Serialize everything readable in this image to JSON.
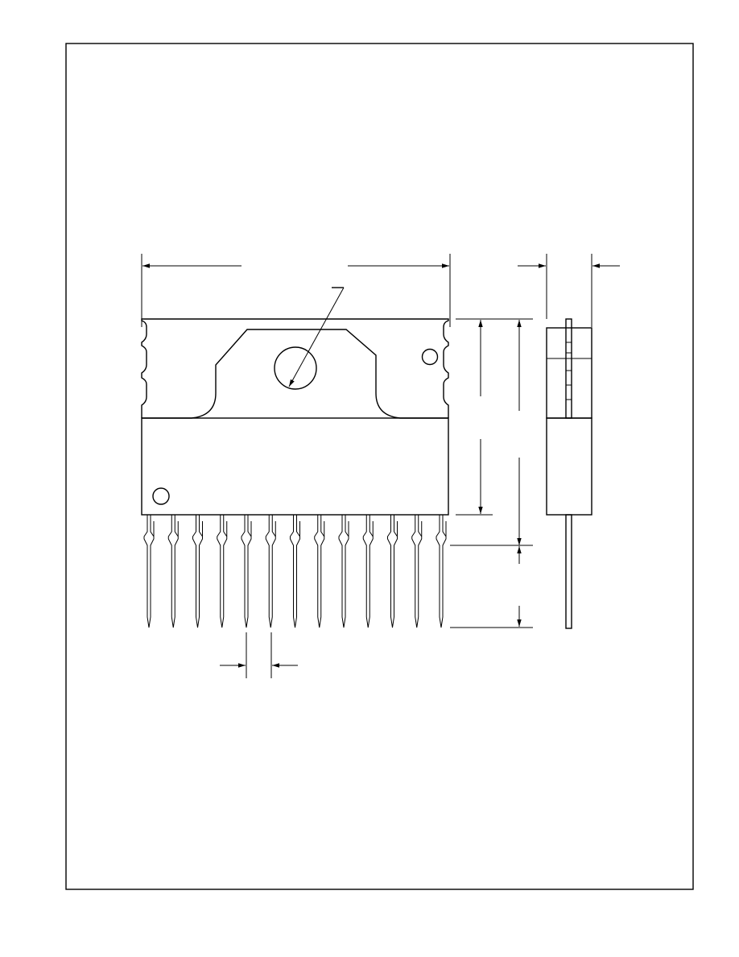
{
  "drawing": {
    "type": "package-outline",
    "pin_count": 13,
    "views": [
      "front-view",
      "side-view"
    ],
    "colors": {
      "line": "#000000",
      "background": "#ffffff"
    }
  }
}
